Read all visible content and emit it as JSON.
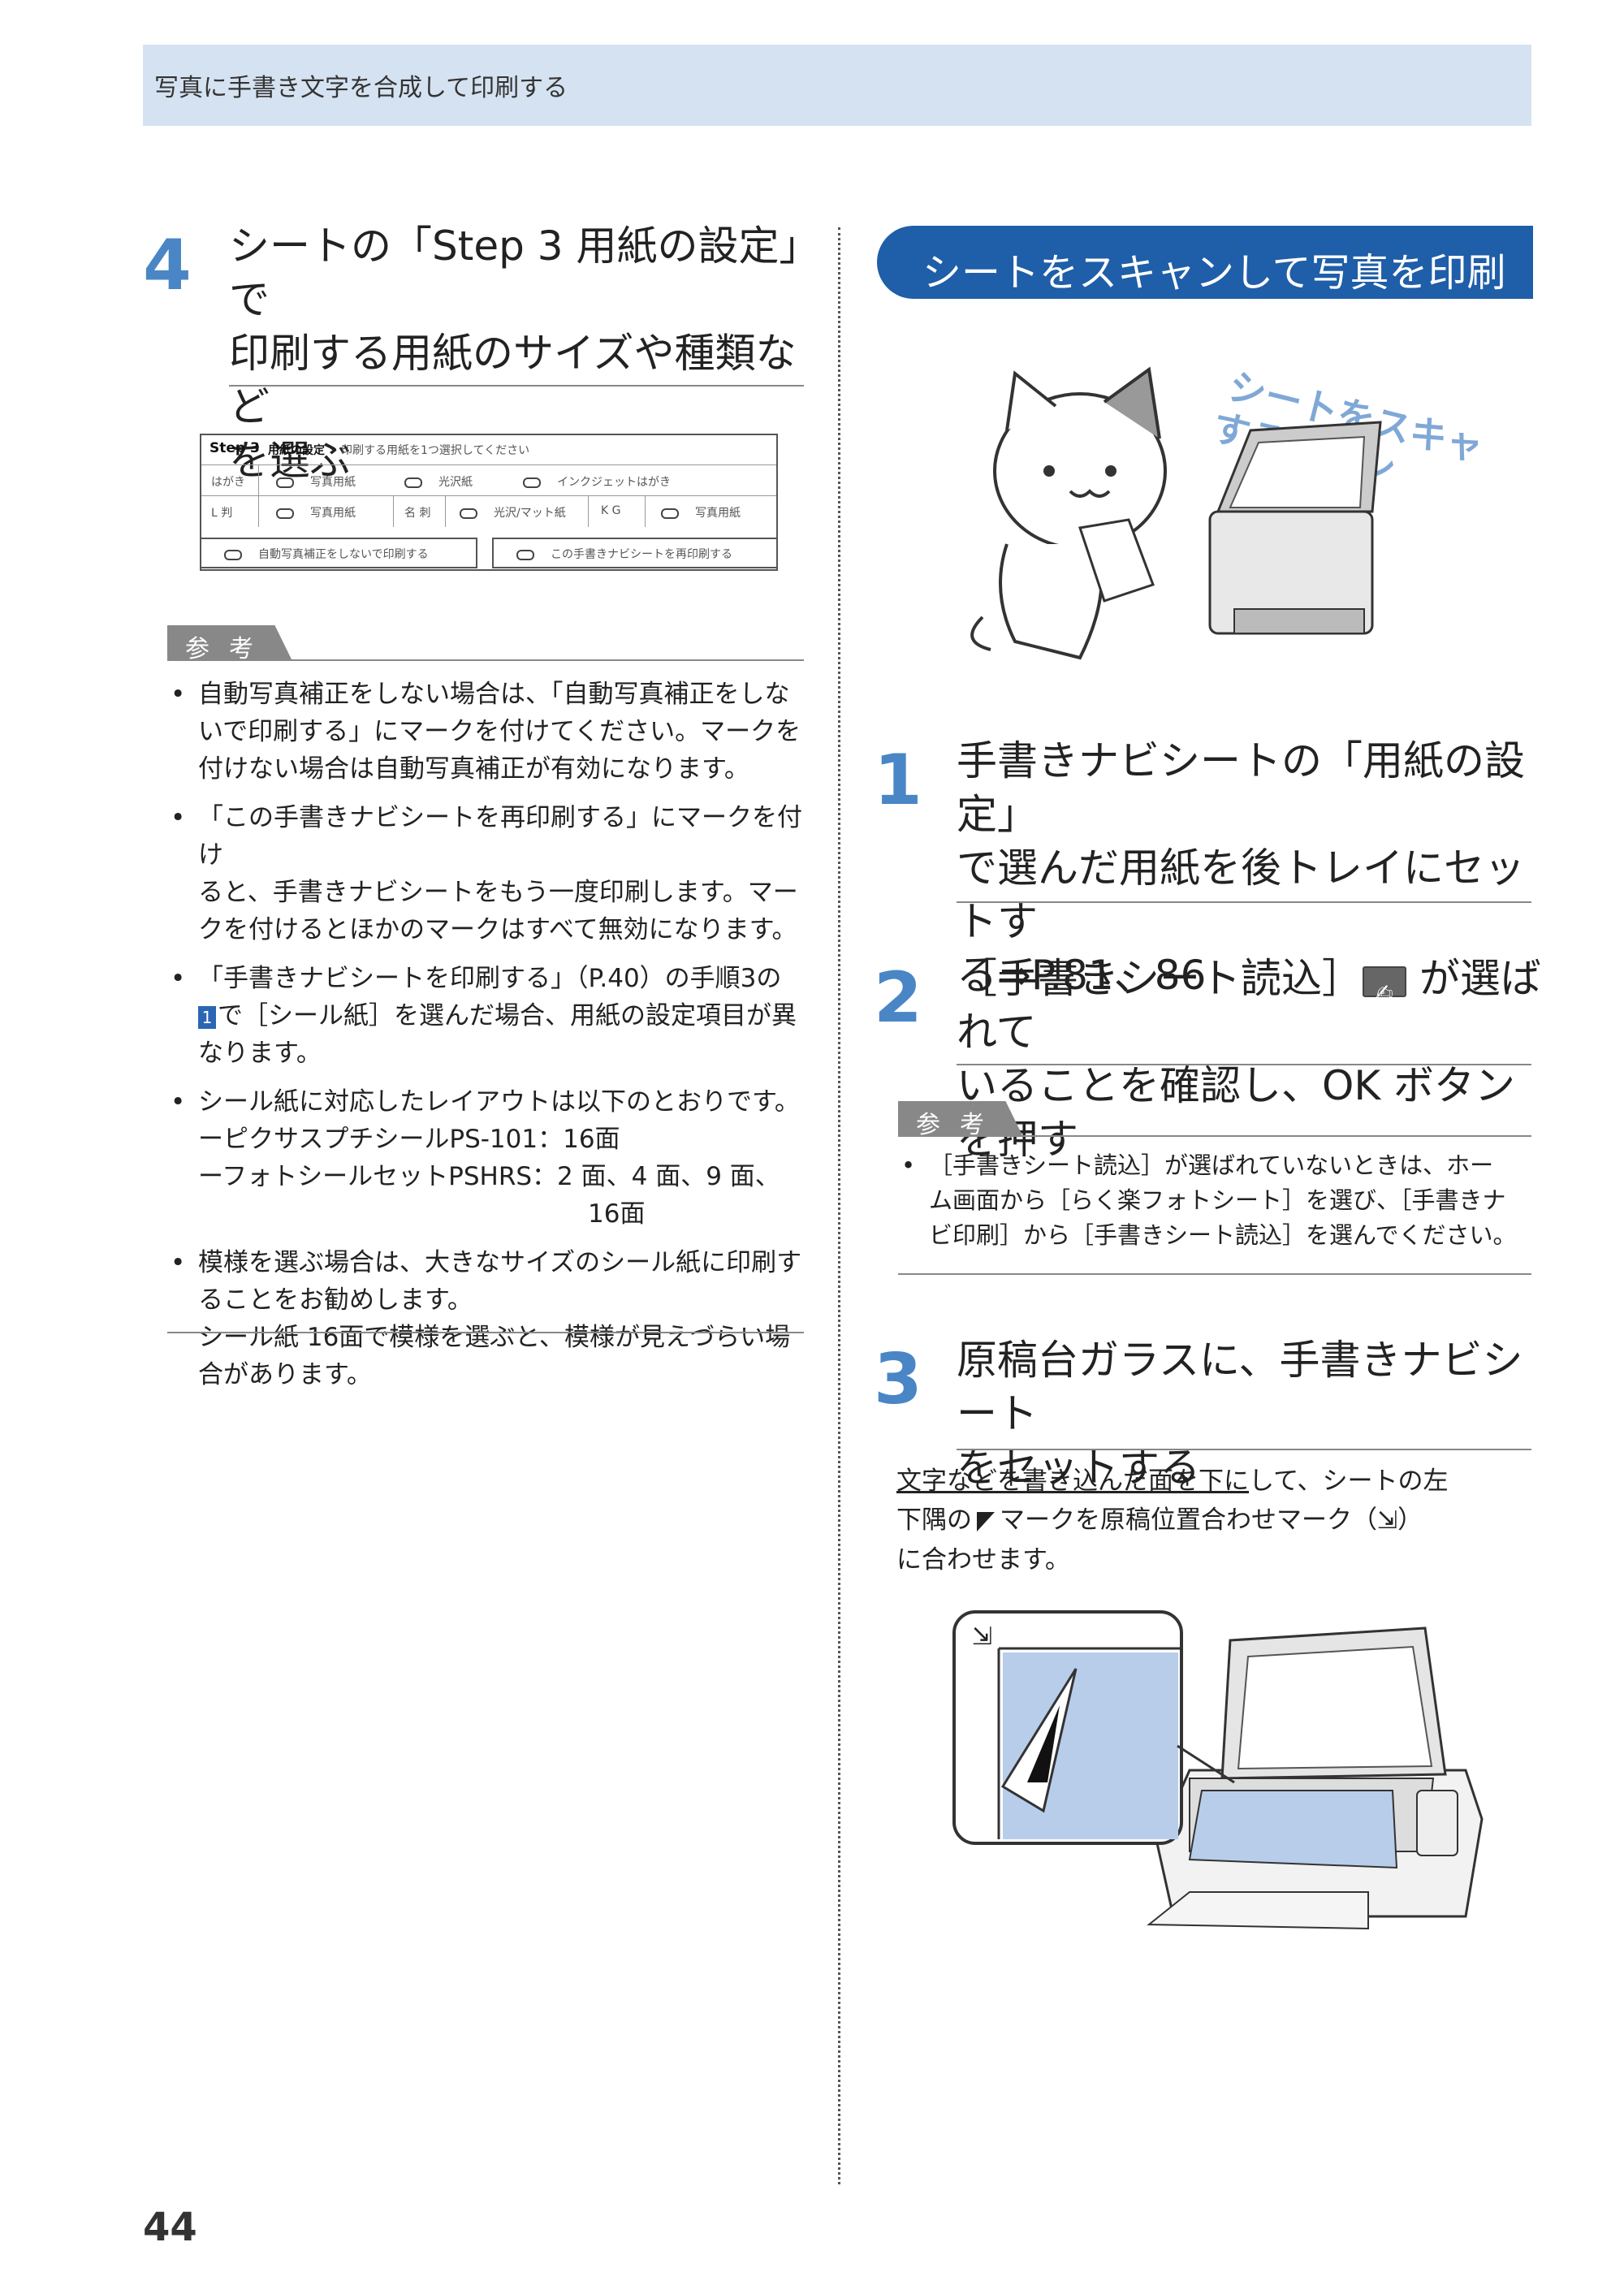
{
  "header": {
    "title": "写真に手書き文字を合成して印刷する"
  },
  "left": {
    "step4": {
      "number": "4",
      "title_lines": [
        "シートの「Step 3 用紙の設定」で",
        "印刷する用紙のサイズや種類など",
        "を選ぶ"
      ]
    },
    "settings": {
      "title": "Step 3",
      "heading": "用紙の設定",
      "instruction": "印刷する用紙を1つ選択してください",
      "rows": [
        {
          "size": "はがき",
          "options": [
            "写真用紙",
            "光沢紙",
            "インクジェットはがき"
          ]
        },
        {
          "size": "L 判",
          "options": [
            "写真用紙"
          ],
          "size2": "名 刺",
          "options2": [
            "光沢/マット紙"
          ],
          "size3": "K G",
          "options3": [
            "写真用紙"
          ]
        }
      ],
      "option_buttons": [
        "自動写真補正をしないで印刷する",
        "この手書きナビシートを再印刷する"
      ]
    },
    "reference_label": "参考",
    "notes": {
      "bullet": "•",
      "n1": [
        "自動写真補正をしない場合は、「自動写真補正をしな",
        "いで印刷する」にマークを付けてください。マークを",
        "付けない場合は自動写真補正が有効になります。"
      ],
      "n2": [
        "「この手書きナビシートを再印刷する」にマークを付け",
        "ると、手書きナビシートをもう一度印刷します。マー",
        "クを付けるとほかのマークはすべて無効になります。"
      ],
      "n3_line1": "「手書きナビシートを印刷する」（P.40）の手順3の",
      "n3_badge": "1",
      "n3_line2": "で［シール紙］を選んだ場合、用紙の設定項目が異",
      "n3_line3": "なります。",
      "n4": [
        "シール紙に対応したレイアウトは以下のとおりです。",
        "ーピクサスプチシールPS-101：16面",
        "ーフォトシールセットPSHRS：2 面、4 面、9 面、"
      ],
      "n4_last": "16面",
      "n5": [
        "模様を選ぶ場合は、大きなサイズのシール紙に印刷す",
        "ることをお勧めします。",
        "シール紙 16面で模様を選ぶと、模様が見えづらい場",
        "合があります。"
      ]
    }
  },
  "right": {
    "section_title": "シートをスキャンして写真を印刷する",
    "illustration_caption": [
      "シートをスキャン",
      "するニャン"
    ],
    "step1": {
      "number": "1",
      "title_lines": [
        "手書きナビシートの「用紙の設定」",
        "で選んだ用紙を後トレイにセットす",
        "る⇒P.81、86"
      ]
    },
    "step2": {
      "number": "2",
      "line1_a": "［手書きシート読込］",
      "line1_b": "が選ばれて",
      "line2": "いることを確認し、OK ボタンを押す"
    },
    "reference_label": "参考",
    "ref_note": [
      "［手書きシート読込］が選ばれていないときは、ホー",
      "ム画面から［らく楽フォトシート］を選び、［手書きナ",
      "ビ印刷］から［手書きシート読込］を選んでください。"
    ],
    "step3": {
      "number": "3",
      "title_lines": [
        "原稿台ガラスに、手書きナビシート",
        "をセットする"
      ],
      "body_u": "文字などを書き込んだ面を下に",
      "body_1": "して、シートの左",
      "body_2a": "下隅の",
      "body_2b": "マークを原稿位置合わせマーク（",
      "body_2c": "）",
      "body_3": "に合わせます。"
    }
  },
  "page_number": "44",
  "colors": {
    "accent": "#4a86c6",
    "banner": "#1f5ea8",
    "header_band": "#d5e2f1"
  }
}
